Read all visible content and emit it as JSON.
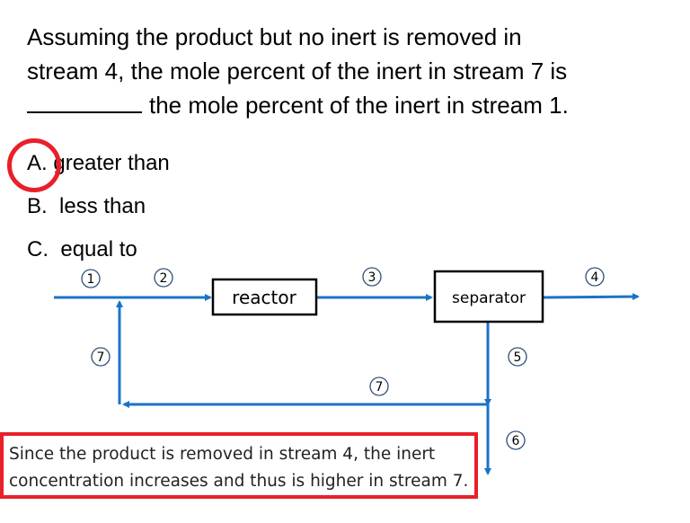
{
  "question": {
    "line1": "Assuming the product but no inert is removed in",
    "line2": "stream 4, the mole percent of the inert in stream 7 is",
    "line3": "the mole percent of the inert in stream 1."
  },
  "options": [
    {
      "letter": "A.",
      "text": "greater than",
      "selected": true
    },
    {
      "letter": "B.",
      "text": "less than",
      "selected": false
    },
    {
      "letter": "C.",
      "text": "equal to",
      "selected": false
    }
  ],
  "diagram": {
    "units": {
      "reactor": "reactor",
      "separator": "separator"
    },
    "streams": {
      "s1": "1",
      "s2": "2",
      "s3": "3",
      "s4": "4",
      "s5": "5",
      "s6": "6",
      "s7a": "7",
      "s7b": "7"
    },
    "line_color": "#1a73c6"
  },
  "explanation": "Since the product is removed in stream 4, the inert concentration increases and thus is higher in stream 7.",
  "highlight_color": "#e8202a"
}
